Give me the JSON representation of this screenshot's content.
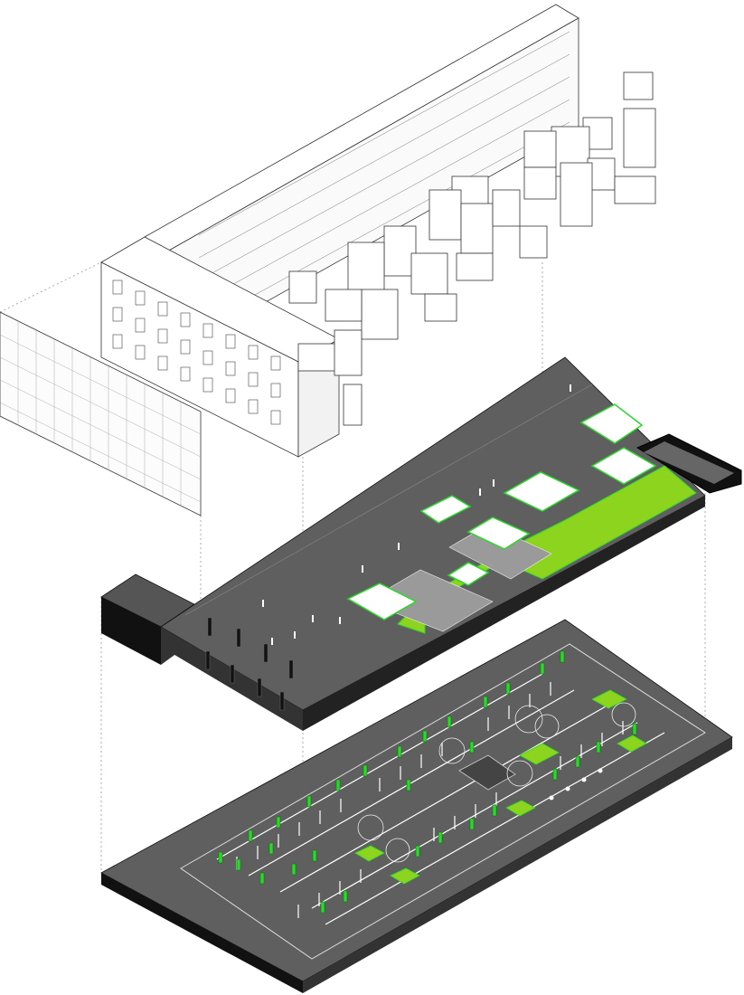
{
  "diagram": {
    "kind": "exploded-axonometric",
    "layers": [
      {
        "name": "housing-block",
        "level": "top"
      },
      {
        "name": "courtyard-deck",
        "level": "middle"
      },
      {
        "name": "parking-level",
        "level": "bottom"
      }
    ],
    "colors": {
      "background": "#ffffff",
      "slab_dark": "#5f5f5f",
      "slab_side": "#1a1a1a",
      "green": "#8cd41e",
      "green_bright": "#2bd82b",
      "paving": "#9a9a9a",
      "line": "#333333",
      "white": "#ffffff"
    }
  }
}
